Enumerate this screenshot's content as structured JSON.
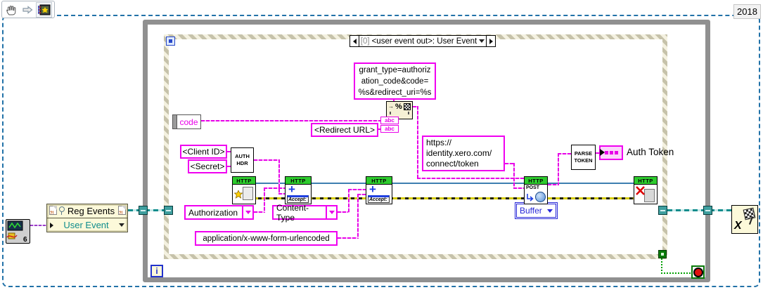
{
  "toolbar": {
    "icons": [
      {
        "name": "pan-hand"
      },
      {
        "name": "forward-arrow"
      },
      {
        "name": "vi-film"
      }
    ]
  },
  "year_badge": "2018",
  "while_loop": {
    "iteration_label": "i"
  },
  "event_structure": {
    "case_index": "[0]",
    "case_title": "<user event out>: User Event"
  },
  "register_events_node": {
    "title": "Reg Events",
    "event_source": "User Event",
    "refnum_marks": "?!"
  },
  "subvi": {
    "number": "6"
  },
  "constants": {
    "grant_type_line1": "grant_type=authoriz",
    "grant_type_line2": "ation_code&code=",
    "grant_type_line3": "%s&redirect_uri=%s",
    "code_label": "code",
    "redirect_url": "<Redirect URL>",
    "client_id": "<Client ID>",
    "client_secret": "<Secret>",
    "token_url_line1": "https://",
    "token_url_line2": "identity.xero.com/",
    "token_url_line3": "connect/token",
    "header_name_auth": "Authorization",
    "header_name_content": "Content-Type",
    "content_type_value": "application/x-www-form-urlencoded",
    "output_mode": "Buffer"
  },
  "nodes": {
    "http_banner": "HTTP",
    "post_label": "POST",
    "accept_label": "Accept:",
    "abc_label": "abc",
    "format_glyph": "%",
    "auth_hdr_line1": "AUTH",
    "auth_hdr_line2": "HDR",
    "parse_token_line1": "PARSE",
    "parse_token_line2": "TOKEN"
  },
  "indicators": {
    "auth_token_label": "Auth Token"
  },
  "colors": {
    "constant_border": "#f000f0",
    "string_wire": "#e800e8",
    "client_wire": "#3d7fb0",
    "error_wire_yellow": "#d6cd00",
    "event_wire_teal": "#0e8c8c",
    "stop_wire_green": "#00a000",
    "http_banner_green": "#2ecc2e",
    "enum_blue": "#2626d8",
    "loop_border_gray": "#909090",
    "frame_dash_blue": "#2272a8"
  }
}
